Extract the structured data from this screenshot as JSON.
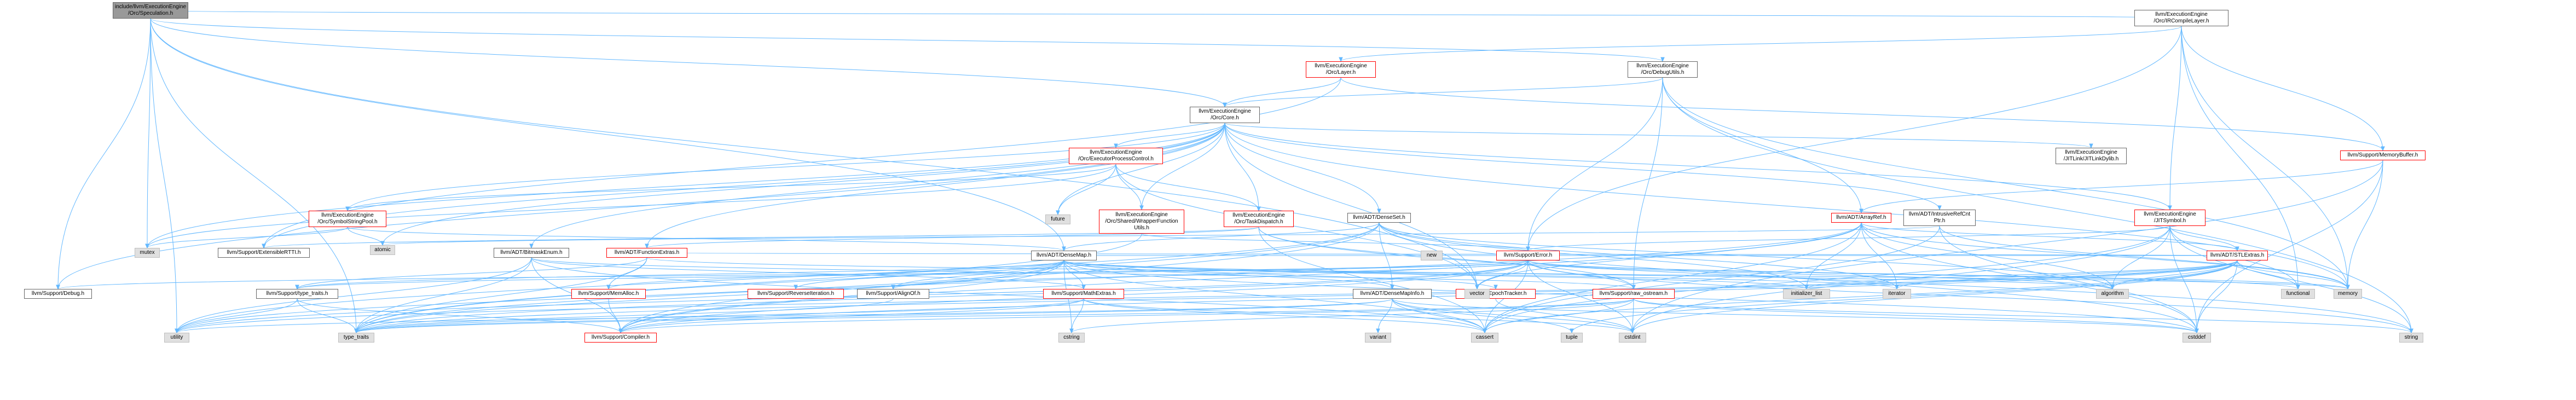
{
  "nodes": [
    {
      "id": "root",
      "label": "include/llvm/ExecutionEngine\n/Orc/Speculation.h",
      "kind": "root"
    },
    {
      "id": "irc",
      "label": "llvm/ExecutionEngine\n/Orc/IRCompileLayer.h",
      "kind": "normal"
    },
    {
      "id": "layer",
      "label": "llvm/ExecutionEngine\n/Orc/Layer.h",
      "kind": "red"
    },
    {
      "id": "debugutils",
      "label": "llvm/ExecutionEngine\n/Orc/DebugUtils.h",
      "kind": "normal"
    },
    {
      "id": "core",
      "label": "llvm/ExecutionEngine\n/Orc/Core.h",
      "kind": "normal"
    },
    {
      "id": "memorybuffer",
      "label": "llvm/Support/MemoryBuffer.h",
      "kind": "red"
    },
    {
      "id": "epc",
      "label": "llvm/ExecutionEngine\n/Orc/ExecutorProcessControl.h",
      "kind": "red"
    },
    {
      "id": "jitlinkdylib",
      "label": "llvm/ExecutionEngine\n/JITLink/JITLinkDylib.h",
      "kind": "normal"
    },
    {
      "id": "symstringpool",
      "label": "llvm/ExecutionEngine\n/Orc/SymbolStringPool.h",
      "kind": "red"
    },
    {
      "id": "future",
      "label": "future",
      "kind": "ext"
    },
    {
      "id": "sharedwrapper",
      "label": "llvm/ExecutionEngine\n/Orc/Shared/WrapperFunction\nUtils.h",
      "kind": "red"
    },
    {
      "id": "taskdispatch",
      "label": "llvm/ExecutionEngine\n/Orc/TaskDispatch.h",
      "kind": "red"
    },
    {
      "id": "denseset",
      "label": "llvm/ADT/DenseSet.h",
      "kind": "normal"
    },
    {
      "id": "arrayref",
      "label": "llvm/ADT/ArrayRef.h",
      "kind": "red"
    },
    {
      "id": "intrusiverefcnt",
      "label": "llvm/ADT/IntrusiveRefCnt\nPtr.h",
      "kind": "normal"
    },
    {
      "id": "jitsymbol",
      "label": "llvm/ExecutionEngine\n/JITSymbol.h",
      "kind": "red"
    },
    {
      "id": "mutex",
      "label": "mutex",
      "kind": "ext"
    },
    {
      "id": "atomic",
      "label": "atomic",
      "kind": "ext"
    },
    {
      "id": "extensiblertti",
      "label": "llvm/Support/ExtensibleRTTI.h",
      "kind": "normal"
    },
    {
      "id": "bitmaskenum",
      "label": "llvm/ADT/BitmaskEnum.h",
      "kind": "normal"
    },
    {
      "id": "functionextras",
      "label": "llvm/ADT/FunctionExtras.h",
      "kind": "red"
    },
    {
      "id": "densemap",
      "label": "llvm/ADT/DenseMap.h",
      "kind": "normal"
    },
    {
      "id": "error",
      "label": "llvm/Support/Error.h",
      "kind": "red"
    },
    {
      "id": "stlextras",
      "label": "llvm/ADT/STLExtras.h",
      "kind": "red"
    },
    {
      "id": "debug",
      "label": "llvm/Support/Debug.h",
      "kind": "normal"
    },
    {
      "id": "typetraits",
      "label": "llvm/Support/type_traits.h",
      "kind": "normal"
    },
    {
      "id": "memalloc",
      "label": "llvm/Support/MemAlloc.h",
      "kind": "red"
    },
    {
      "id": "reverseiteration",
      "label": "llvm/Support/ReverseIteration.h",
      "kind": "red"
    },
    {
      "id": "alignof",
      "label": "llvm/Support/AlignOf.h",
      "kind": "normal"
    },
    {
      "id": "mathextras",
      "label": "llvm/Support/MathExtras.h",
      "kind": "red"
    },
    {
      "id": "densemapinfo",
      "label": "llvm/ADT/DenseMapInfo.h",
      "kind": "normal"
    },
    {
      "id": "epochtracker",
      "label": "llvm/ADT/EpochTracker.h",
      "kind": "red"
    },
    {
      "id": "rawostream",
      "label": "llvm/Support/raw_ostream.h",
      "kind": "red"
    },
    {
      "id": "compiler",
      "label": "llvm/Support/Compiler.h",
      "kind": "red"
    },
    {
      "id": "new",
      "label": "new",
      "kind": "ext"
    },
    {
      "id": "vector",
      "label": "vector",
      "kind": "ext"
    },
    {
      "id": "initializer_list",
      "label": "initializer_list",
      "kind": "ext"
    },
    {
      "id": "iterator",
      "label": "iterator",
      "kind": "ext"
    },
    {
      "id": "algorithm",
      "label": "algorithm",
      "kind": "ext"
    },
    {
      "id": "functional",
      "label": "functional",
      "kind": "ext"
    },
    {
      "id": "memory",
      "label": "memory",
      "kind": "ext"
    },
    {
      "id": "utility",
      "label": "utility",
      "kind": "ext"
    },
    {
      "id": "type_traits",
      "label": "type_traits",
      "kind": "ext"
    },
    {
      "id": "cstring",
      "label": "cstring",
      "kind": "ext"
    },
    {
      "id": "variant",
      "label": "variant",
      "kind": "ext"
    },
    {
      "id": "cassert",
      "label": "cassert",
      "kind": "ext"
    },
    {
      "id": "tuple",
      "label": "tuple",
      "kind": "ext"
    },
    {
      "id": "cstdint",
      "label": "cstdint",
      "kind": "ext"
    },
    {
      "id": "cstddef",
      "label": "cstddef",
      "kind": "ext"
    },
    {
      "id": "string",
      "label": "string",
      "kind": "ext"
    }
  ],
  "edges": [
    [
      "root",
      "irc"
    ],
    [
      "root",
      "debugutils"
    ],
    [
      "root",
      "core"
    ],
    [
      "root",
      "densemap"
    ],
    [
      "root",
      "debug"
    ],
    [
      "root",
      "mutex"
    ],
    [
      "root",
      "type_traits"
    ],
    [
      "root",
      "vector"
    ],
    [
      "root",
      "utility"
    ],
    [
      "irc",
      "layer"
    ],
    [
      "irc",
      "memorybuffer"
    ],
    [
      "irc",
      "jitsymbol"
    ],
    [
      "irc",
      "error"
    ],
    [
      "irc",
      "memory"
    ],
    [
      "irc",
      "functional"
    ],
    [
      "layer",
      "core"
    ],
    [
      "layer",
      "memorybuffer"
    ],
    [
      "layer",
      "extensiblertti"
    ],
    [
      "debugutils",
      "core"
    ],
    [
      "debugutils",
      "arrayref"
    ],
    [
      "debugutils",
      "error"
    ],
    [
      "debugutils",
      "rawostream"
    ],
    [
      "debugutils",
      "memory"
    ],
    [
      "debugutils",
      "string"
    ],
    [
      "core",
      "epc"
    ],
    [
      "core",
      "jitlinkdylib"
    ],
    [
      "core",
      "symstringpool"
    ],
    [
      "core",
      "future"
    ],
    [
      "core",
      "sharedwrapper"
    ],
    [
      "core",
      "taskdispatch"
    ],
    [
      "core",
      "denseset"
    ],
    [
      "core",
      "bitmaskenum"
    ],
    [
      "core",
      "functionextras"
    ],
    [
      "core",
      "intrusiverefcnt"
    ],
    [
      "core",
      "jitsymbol"
    ],
    [
      "core",
      "extensiblertti"
    ],
    [
      "core",
      "debug"
    ],
    [
      "core",
      "mutex"
    ],
    [
      "core",
      "atomic"
    ],
    [
      "core",
      "vector"
    ],
    [
      "core",
      "memory"
    ],
    [
      "memorybuffer",
      "arrayref"
    ],
    [
      "memorybuffer",
      "memory"
    ],
    [
      "memorybuffer",
      "cstddef"
    ],
    [
      "memorybuffer",
      "cstdint"
    ],
    [
      "epc",
      "sharedwrapper"
    ],
    [
      "epc",
      "taskdispatch"
    ],
    [
      "epc",
      "symstringpool"
    ],
    [
      "epc",
      "future"
    ],
    [
      "epc",
      "mutex"
    ],
    [
      "epc",
      "vector"
    ],
    [
      "symstringpool",
      "densemap"
    ],
    [
      "symstringpool",
      "atomic"
    ],
    [
      "symstringpool",
      "mutex"
    ],
    [
      "taskdispatch",
      "functionextras"
    ],
    [
      "taskdispatch",
      "extensiblertti"
    ],
    [
      "taskdispatch",
      "rawostream"
    ],
    [
      "taskdispatch",
      "cassert"
    ],
    [
      "taskdispatch",
      "string"
    ],
    [
      "sharedwrapper",
      "error"
    ],
    [
      "sharedwrapper",
      "type_traits"
    ],
    [
      "denseset",
      "densemap"
    ],
    [
      "denseset",
      "densemapinfo"
    ],
    [
      "denseset",
      "compiler"
    ],
    [
      "denseset",
      "type_traits"
    ],
    [
      "denseset",
      "algorithm"
    ],
    [
      "denseset",
      "cstddef"
    ],
    [
      "denseset",
      "initializer_list"
    ],
    [
      "denseset",
      "iterator"
    ],
    [
      "denseset",
      "utility"
    ],
    [
      "arrayref",
      "stlextras"
    ],
    [
      "arrayref",
      "compiler"
    ],
    [
      "arrayref",
      "algorithm"
    ],
    [
      "arrayref",
      "array_end"
    ],
    [
      "arrayref",
      "cassert"
    ],
    [
      "arrayref",
      "cstddef"
    ],
    [
      "arrayref",
      "initializer_list"
    ],
    [
      "arrayref",
      "iterator"
    ],
    [
      "arrayref",
      "memory"
    ],
    [
      "arrayref",
      "type_traits"
    ],
    [
      "arrayref",
      "vector"
    ],
    [
      "intrusiverefcnt",
      "atomic"
    ],
    [
      "intrusiverefcnt",
      "cassert"
    ],
    [
      "intrusiverefcnt",
      "cstddef"
    ],
    [
      "intrusiverefcnt",
      "memory"
    ],
    [
      "jitsymbol",
      "stlextras"
    ],
    [
      "jitsymbol",
      "error"
    ],
    [
      "jitsymbol",
      "functional"
    ],
    [
      "jitsymbol",
      "algorithm"
    ],
    [
      "jitsymbol",
      "cassert"
    ],
    [
      "jitsymbol",
      "cstddef"
    ],
    [
      "jitsymbol",
      "cstdint"
    ],
    [
      "jitsymbol",
      "map_end"
    ],
    [
      "jitsymbol",
      "set_end"
    ],
    [
      "jitsymbol",
      "string"
    ],
    [
      "bitmaskenum",
      "compiler"
    ],
    [
      "bitmaskenum",
      "mathextras"
    ],
    [
      "bitmaskenum",
      "rawostream"
    ],
    [
      "bitmaskenum",
      "cassert"
    ],
    [
      "bitmaskenum",
      "type_traits"
    ],
    [
      "bitmaskenum",
      "utility"
    ],
    [
      "functionextras",
      "memalloc"
    ],
    [
      "functionextras",
      "typetraits"
    ],
    [
      "functionextras",
      "stlextras"
    ],
    [
      "functionextras",
      "memory"
    ],
    [
      "functionextras",
      "type_traits"
    ],
    [
      "densemap",
      "densemapinfo"
    ],
    [
      "densemap",
      "epochtracker"
    ],
    [
      "densemap",
      "alignof"
    ],
    [
      "densemap",
      "compiler"
    ],
    [
      "densemap",
      "mathextras"
    ],
    [
      "densemap",
      "memalloc"
    ],
    [
      "densemap",
      "reverseiteration"
    ],
    [
      "densemap",
      "typetraits"
    ],
    [
      "densemap",
      "algorithm"
    ],
    [
      "densemap",
      "cassert"
    ],
    [
      "densemap",
      "cstddef"
    ],
    [
      "densemap",
      "cstring"
    ],
    [
      "densemap",
      "initializer_list"
    ],
    [
      "densemap",
      "iterator"
    ],
    [
      "densemap",
      "new"
    ],
    [
      "densemap",
      "type_traits"
    ],
    [
      "densemap",
      "utility"
    ],
    [
      "error",
      "stlextras"
    ],
    [
      "error",
      "typetraits"
    ],
    [
      "error",
      "alignof"
    ],
    [
      "error",
      "compiler"
    ],
    [
      "error",
      "debug"
    ],
    [
      "error",
      "rawostream"
    ],
    [
      "error",
      "algorithm"
    ],
    [
      "error",
      "cassert"
    ],
    [
      "error",
      "cstdint"
    ],
    [
      "error",
      "functional"
    ],
    [
      "error",
      "memory"
    ],
    [
      "error",
      "new"
    ],
    [
      "error",
      "string"
    ],
    [
      "error",
      "vector"
    ],
    [
      "error",
      "utility"
    ],
    [
      "error",
      "type_traits"
    ],
    [
      "stlextras",
      "compiler"
    ],
    [
      "stlextras",
      "algorithm"
    ],
    [
      "stlextras",
      "cassert"
    ],
    [
      "stlextras",
      "cstddef"
    ],
    [
      "stlextras",
      "cstdint"
    ],
    [
      "stlextras",
      "functional"
    ],
    [
      "stlextras",
      "initializer_list"
    ],
    [
      "stlextras",
      "iterator"
    ],
    [
      "stlextras",
      "memory"
    ],
    [
      "stlextras",
      "tuple"
    ],
    [
      "stlextras",
      "type_traits"
    ],
    [
      "stlextras",
      "utility"
    ],
    [
      "typetraits",
      "compiler"
    ],
    [
      "typetraits",
      "type_traits"
    ],
    [
      "typetraits",
      "utility"
    ],
    [
      "memalloc",
      "compiler"
    ],
    [
      "alignof",
      "type_traits"
    ],
    [
      "mathextras",
      "compiler"
    ],
    [
      "mathextras",
      "cassert"
    ],
    [
      "mathextras",
      "cstdint"
    ],
    [
      "mathextras",
      "cstring"
    ],
    [
      "mathextras",
      "type_traits"
    ],
    [
      "densemapinfo",
      "cassert"
    ],
    [
      "densemapinfo",
      "cstddef"
    ],
    [
      "densemapinfo",
      "cstdint"
    ],
    [
      "densemapinfo",
      "tuple"
    ],
    [
      "densemapinfo",
      "type_traits"
    ],
    [
      "densemapinfo",
      "utility"
    ],
    [
      "densemapinfo",
      "variant"
    ],
    [
      "epochtracker",
      "cstdint"
    ],
    [
      "rawostream",
      "compiler"
    ],
    [
      "rawostream",
      "cassert"
    ],
    [
      "rawostream",
      "cstddef"
    ],
    [
      "rawostream",
      "cstdint"
    ],
    [
      "rawostream",
      "cstring"
    ],
    [
      "rawostream",
      "string"
    ],
    [
      "rawostream",
      "type_traits"
    ]
  ]
}
